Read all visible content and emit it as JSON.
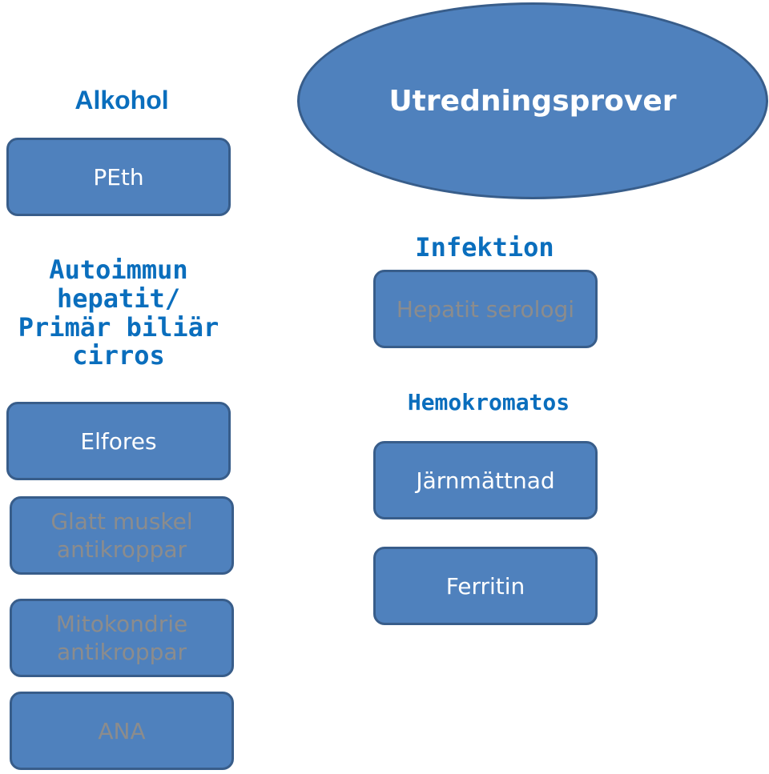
{
  "title": "Utredningsprover",
  "left": {
    "alkohol": {
      "heading": "Alkohol",
      "tests": [
        "PEth"
      ]
    },
    "autoimmun": {
      "heading": "Autoimmun\nhepatit/\nPrimär biliär\ncirros",
      "tests": [
        "Elfores",
        "Glatt muskel\nantikroppar",
        "Mitokondrie\nantikroppar",
        "ANA"
      ]
    }
  },
  "right": {
    "infektion": {
      "heading": "Infektion",
      "tests": [
        "Hepatit serologi"
      ]
    },
    "hemokromatos": {
      "heading": "Hemokromatos",
      "tests": [
        "Järnmättnad",
        "Ferritin"
      ]
    }
  },
  "colors": {
    "heading_text": "#0a6ebd",
    "box_fill": "#4f81bd",
    "box_border": "#385d8a",
    "box_text_light": "#ffffff",
    "box_text_dim": "#8c8c8c"
  }
}
